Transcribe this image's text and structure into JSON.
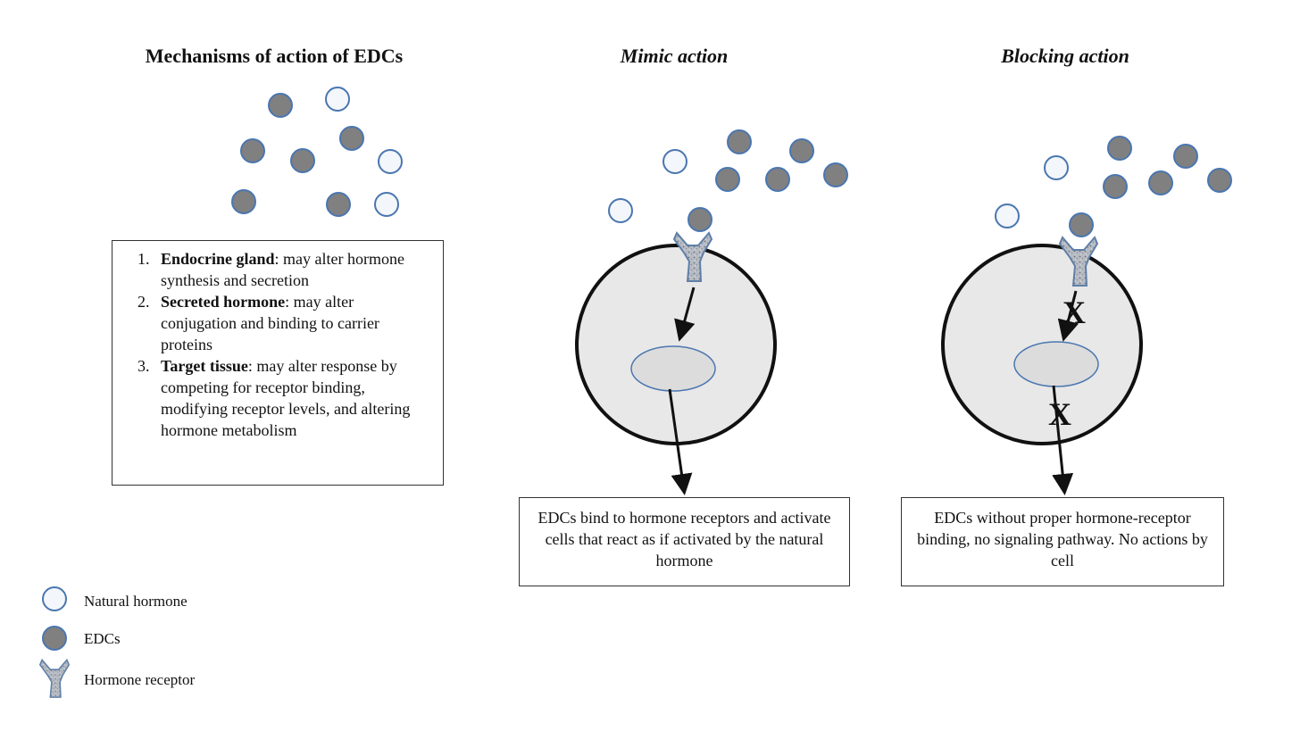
{
  "headings": {
    "mechanisms": "Mechanisms of action of EDCs",
    "mimic": "Mimic action",
    "blocking": "Blocking action"
  },
  "mechanism_items": [
    {
      "term": "Endocrine gland",
      "text": ": may alter hormone synthesis and secretion"
    },
    {
      "term": "Secreted hormone",
      "text": ": may alter conjugation and binding to carrier proteins"
    },
    {
      "term": "Target tissue",
      "text": ": may alter response by competing for receptor binding, modifying receptor levels, and altering hormone metabolism"
    }
  ],
  "mimic_caption": "EDCs bind to hormone receptors and activate cells that react as if activated by the natural hormone",
  "blocking_caption": "EDCs without proper hormone-receptor binding, no signaling pathway. No actions by cell",
  "block_marks": [
    "X",
    "X"
  ],
  "legend": {
    "natural": "Natural hormone",
    "edc": "EDCs",
    "receptor": "Hormone receptor"
  },
  "colors": {
    "natural_fill": "#f3f6fa",
    "edc_fill": "#808080",
    "circle_stroke": "#4a76b0",
    "cell_fill": "#e8e8e8",
    "nucleus_fill": "#dcdcdc"
  }
}
